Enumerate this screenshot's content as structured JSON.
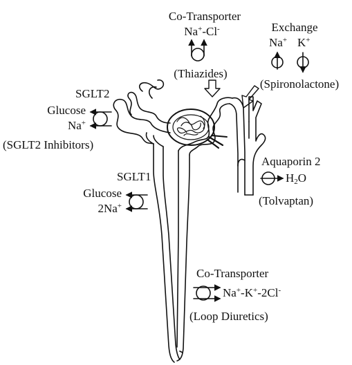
{
  "thiazide_site": {
    "title": "Co-Transporter",
    "ion_na": "Na",
    "ion_na_charge": "+",
    "separator": "-",
    "ion_cl": "Cl",
    "ion_cl_charge": "-",
    "drug": "(Thiazides)"
  },
  "spironolactone_site": {
    "title": "Exchange",
    "ion_na": "Na",
    "ion_na_charge": "+",
    "ion_k": "K",
    "ion_k_charge": "+",
    "drug": "(Spironolactone)"
  },
  "sglt2_site": {
    "title": "SGLT2",
    "substrate": "Glucose",
    "ion_na": "Na",
    "ion_na_charge": "+",
    "drug": "(SGLT2 Inhibitors)"
  },
  "aquaporin_site": {
    "title": "Aquaporin 2",
    "water_h": "H",
    "water_sub": "2",
    "water_o": "O",
    "drug": "(Tolvaptan)"
  },
  "sglt1_site": {
    "title": "SGLT1",
    "substrate": "Glucose",
    "ion_na_coef": "2Na",
    "ion_na_charge": "+"
  },
  "loop_site": {
    "title": "Co-Transporter",
    "ion_na": "Na",
    "ion_na_charge": "+",
    "sep1": "-",
    "ion_k": "K",
    "ion_k_charge": "+",
    "sep2": "-2",
    "ion_cl": "Cl",
    "ion_cl_charge": "-",
    "drug": "(Loop Diuretics)"
  },
  "colors": {
    "ink": "#111111",
    "background": "#ffffff"
  }
}
